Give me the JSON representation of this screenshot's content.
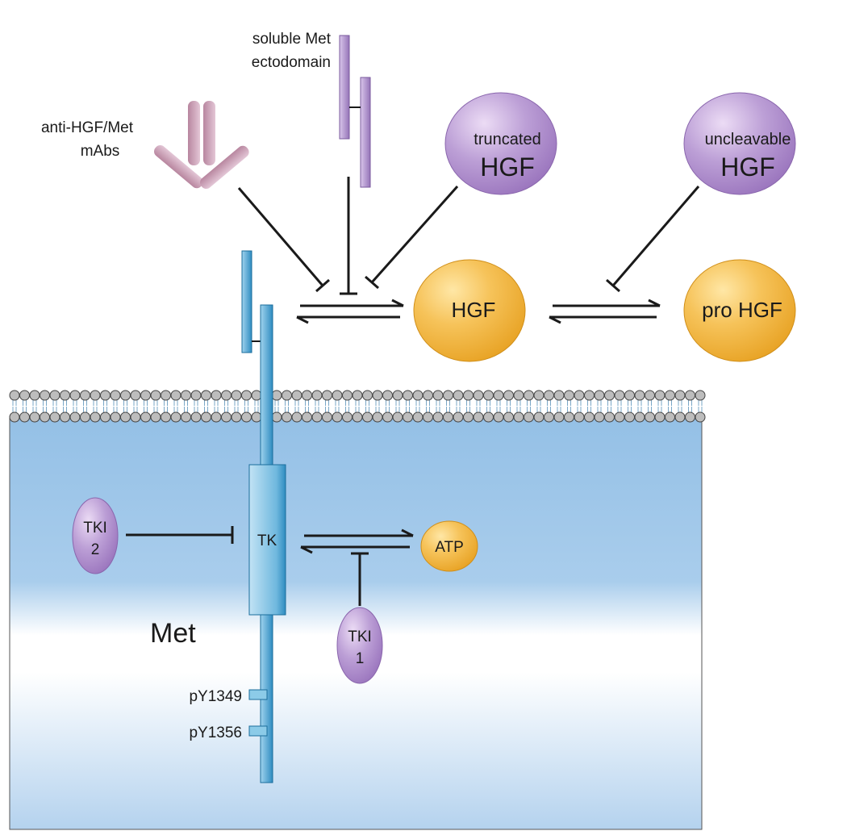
{
  "labels": {
    "soluble_met_line1": "soluble Met",
    "soluble_met_line2": "ectodomain",
    "mabs_line1": "anti-HGF/Met",
    "mabs_line2": "mAbs",
    "truncated_line1": "truncated",
    "truncated_line2": "HGF",
    "uncleavable_line1": "uncleavable",
    "uncleavable_line2": "HGF",
    "hgf": "HGF",
    "pro_hgf": "pro HGF",
    "tk": "TK",
    "atp": "ATP",
    "tki2_line1": "TKI",
    "tki2_line2": "2",
    "tki1_line1": "TKI",
    "tki1_line2": "1",
    "met": "Met",
    "py1349": "pY1349",
    "py1356": "pY1356"
  },
  "colors": {
    "purple": "#a58cc0",
    "antibody": "#c8a2b8",
    "hgf_orange": "#f0b440",
    "receptor_blue": "#4aa3cf",
    "cell_blue": "#94c0e6",
    "membrane_gray": "#bdbdbd",
    "line": "#1a1a1a"
  }
}
